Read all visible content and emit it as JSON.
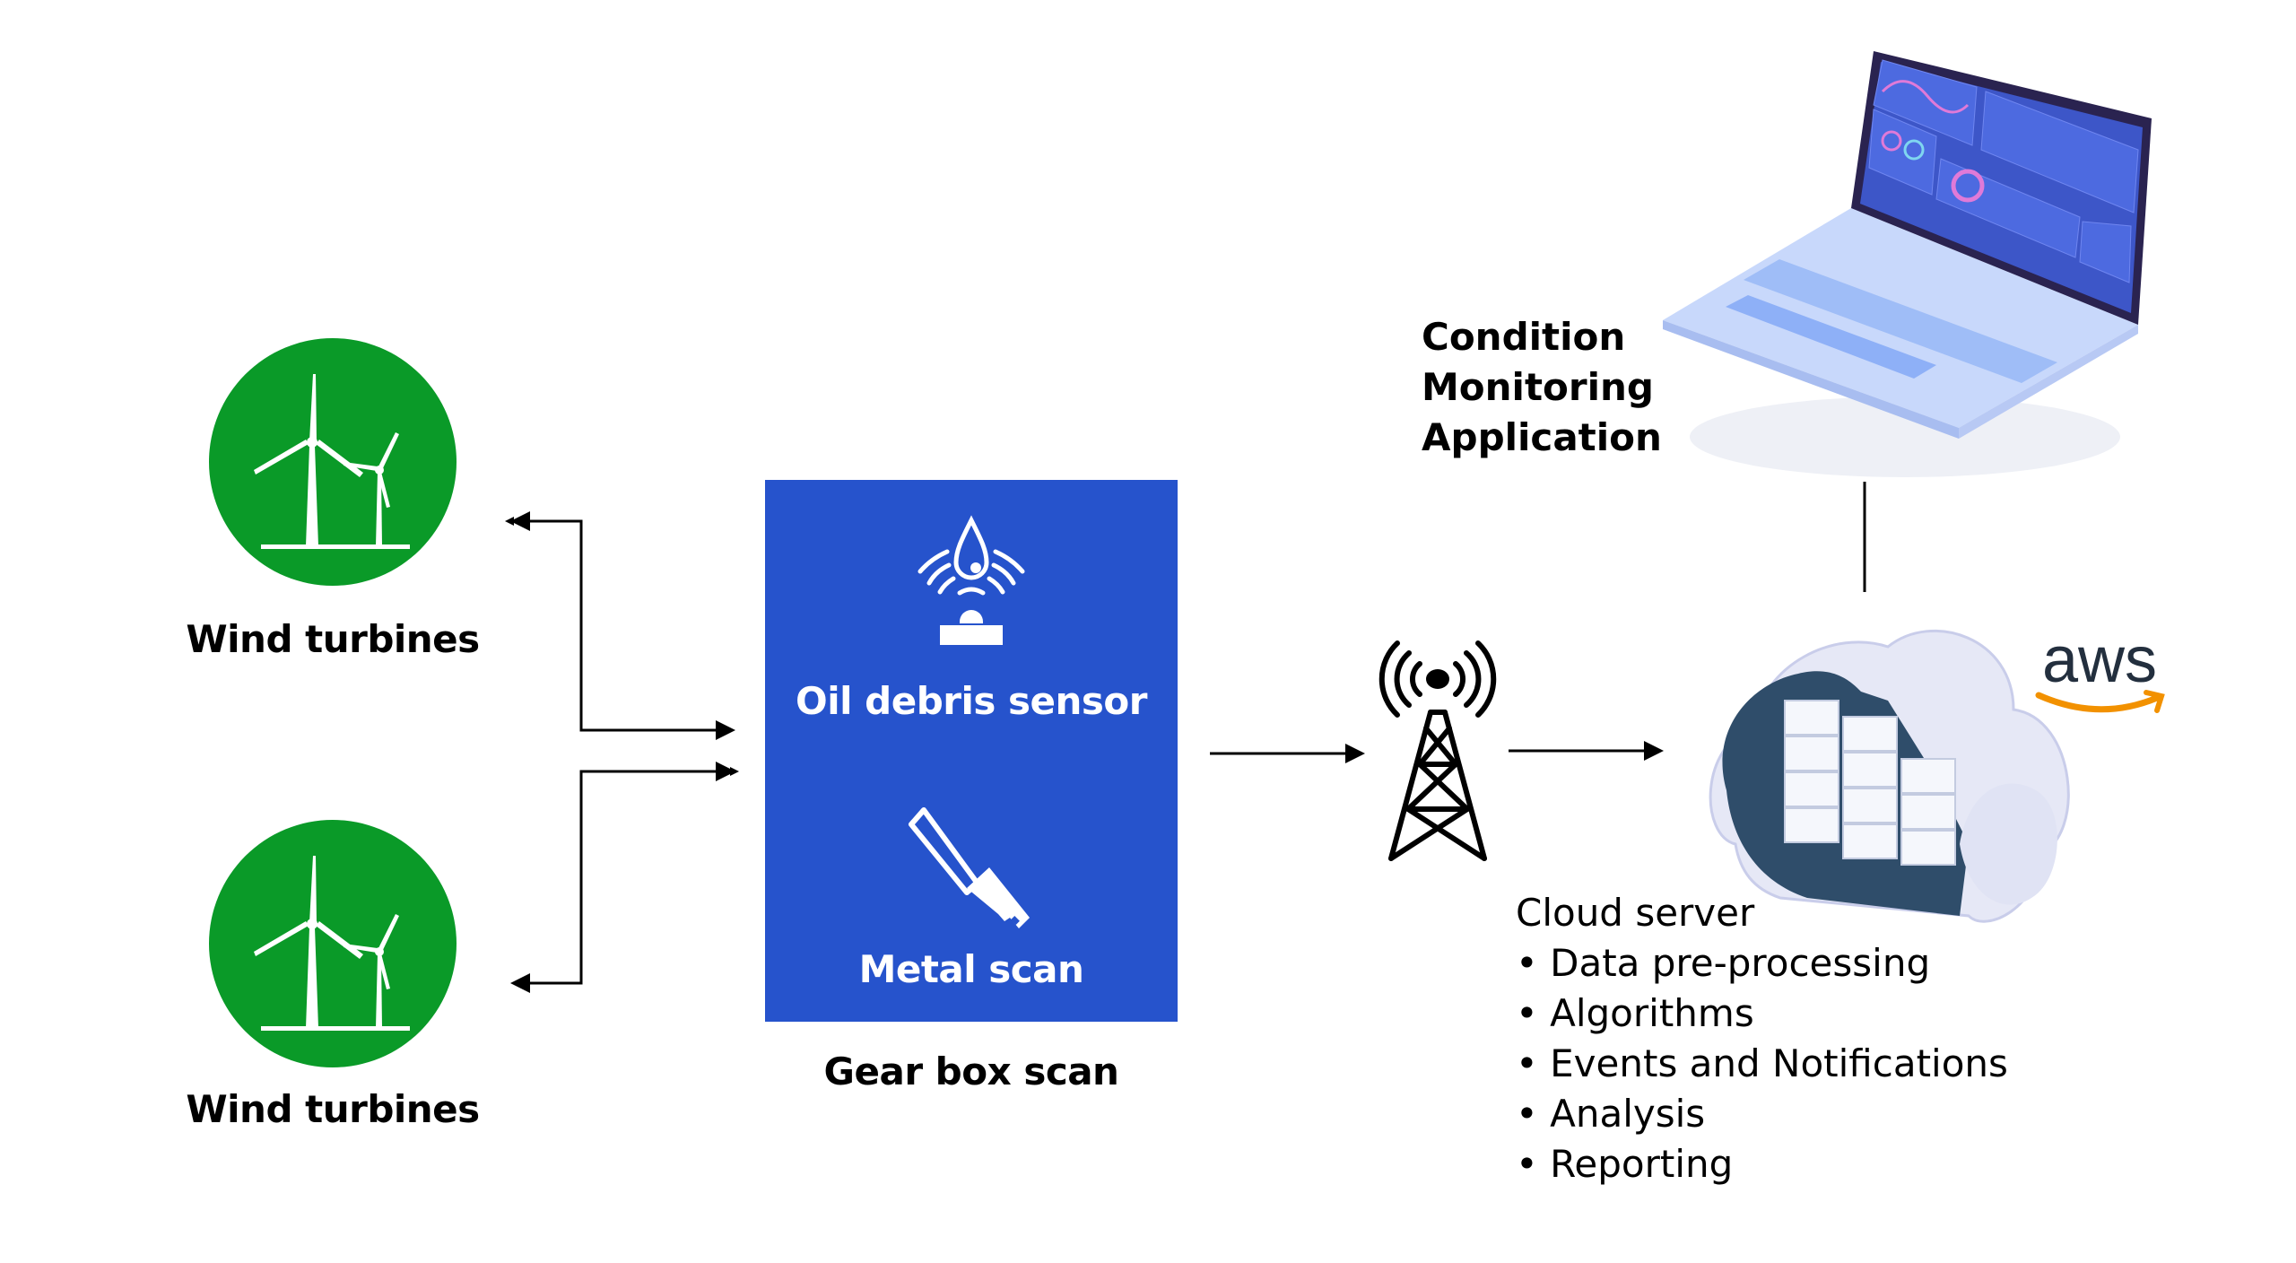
{
  "colors": {
    "turbine_green": "#0A9A28",
    "gearbox_blue": "#2653CC",
    "aws_orange": "#F29100",
    "aws_text": "#232F3E"
  },
  "turbines": [
    {
      "label": "Wind turbines",
      "icon": "wind-turbine-icon"
    },
    {
      "label": "Wind turbines",
      "icon": "wind-turbine-icon"
    }
  ],
  "gearbox": {
    "oil_sensor_label": "Oil debris sensor",
    "metal_scan_label": "Metal scan",
    "caption": "Gear box scan"
  },
  "app": {
    "lines": [
      "Condition",
      "Monitoring",
      "Application"
    ]
  },
  "cloud": {
    "title": "Cloud server",
    "items": [
      "Data pre-processing",
      "Algorithms",
      "Events and Notifications",
      "Analysis",
      "Reporting"
    ],
    "logo_text": "aws"
  }
}
